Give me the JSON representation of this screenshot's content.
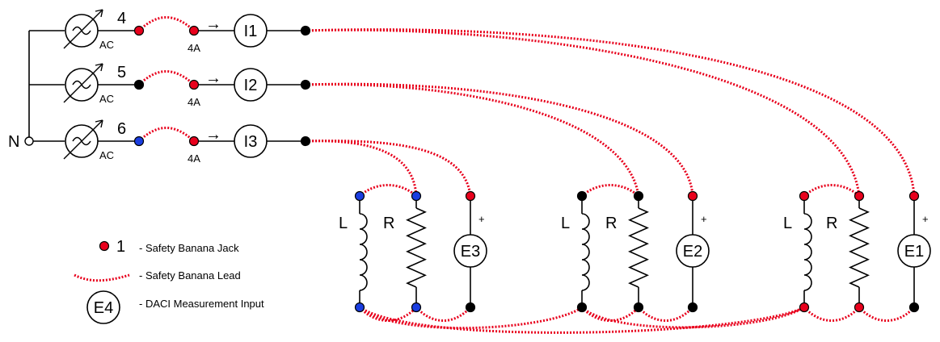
{
  "colors": {
    "wire": "#000000",
    "jack_red": "#e8001c",
    "jack_blue": "#1a3de0",
    "jack_black": "#000000",
    "lead": "#e8001c",
    "background": "#ffffff"
  },
  "neutral_label": "N",
  "sources": [
    {
      "number": "4",
      "type_label": "AC",
      "fuse_label": "4A",
      "arrow": "→",
      "meter_label": "I1"
    },
    {
      "number": "5",
      "type_label": "AC",
      "fuse_label": "4A",
      "arrow": "→",
      "meter_label": "I2"
    },
    {
      "number": "6",
      "type_label": "AC",
      "fuse_label": "4A",
      "arrow": "→",
      "meter_label": "I3"
    }
  ],
  "loads": [
    {
      "inductor_label": "L",
      "resistor_label": "R",
      "meter_label": "E3",
      "polarity": "+"
    },
    {
      "inductor_label": "L",
      "resistor_label": "R",
      "meter_label": "E2",
      "polarity": "+"
    },
    {
      "inductor_label": "L",
      "resistor_label": "R",
      "meter_label": "E1",
      "polarity": "+"
    }
  ],
  "legend": {
    "jack_number": "1",
    "jack_text": "- Safety Banana Jack",
    "lead_text": "- Safety Banana Lead",
    "meter_symbol": "E4",
    "meter_text": "- DACI Measurement Input"
  }
}
